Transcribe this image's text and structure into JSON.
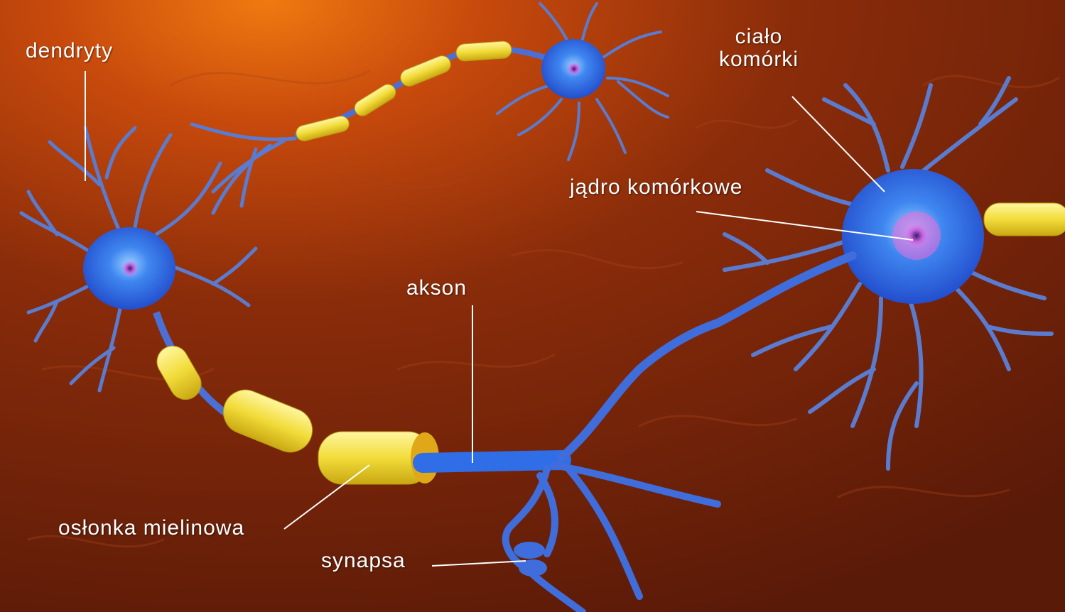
{
  "labels": {
    "dendrites": "dendryty",
    "cell_body_line1": "ciało",
    "cell_body_line2": "komórki",
    "nucleus": "jądro komórkowe",
    "axon": "akson",
    "myelin_sheath": "osłonka mielinowa",
    "synapse": "synapsa"
  },
  "colors": {
    "background_dark": "#5a1a08",
    "background_glow": "#f07a10",
    "neuron_blue": "#2f6ee6",
    "neuron_core": "#9ad0ff",
    "myelin_yellow": "#f2dc3a",
    "label_white": "#ffffff"
  }
}
